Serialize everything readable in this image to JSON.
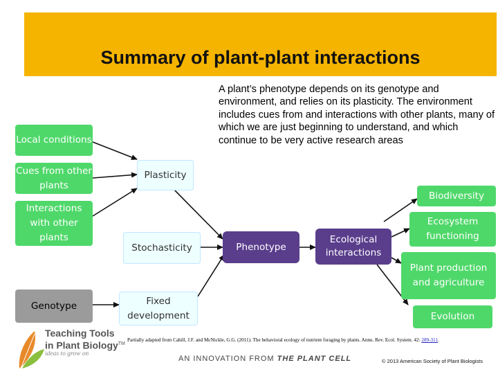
{
  "title": "Summary of plant-plant interactions",
  "description": "A plant’s phenotype depends on its genotype and environment, and relies on its plasticity. The environment includes cues from and interactions with other plants, many of which we are just beginning to understand, and which continue to be very active research areas",
  "nodes": {
    "local_conditions": "Local conditions",
    "cues_from_other_plants": "Cues from other plants",
    "interactions_with_other_plants": "Interactions with other plants",
    "genotype": "Genotype",
    "plasticity": "Plasticity",
    "stochasticity": "Stochasticity",
    "fixed_development": "Fixed development",
    "phenotype": "Phenotype",
    "ecological_interactions": "Ecological interactions",
    "biodiversity": "Biodiversity",
    "ecosystem_functioning": "Ecosystem functioning",
    "plant_production": "Plant production and agriculture",
    "evolution": "Evolution"
  },
  "footer": {
    "citation": "Partially adapted from Cahill, J.F. and McNickle, G.G. (2011). The behavioral ecology of nutrient foraging by plants. Annu. Rev. Ecol. System. 42: ",
    "citation_pages": "289-311",
    "citation_end": ".",
    "brand_line1": "Teaching Tools",
    "brand_line2": "in Plant Biology",
    "brand_tm": "TM",
    "tagline": "ideas to grow on",
    "innovation_prefix": "AN INNOVATION FROM ",
    "innovation_source": "THE PLANT CELL",
    "copyright": "© 2013 American Society of Plant Biologists"
  },
  "colors": {
    "title_bar": "#f5b400",
    "green_box": "#4fd86a",
    "gray_box": "#9b9b9b",
    "cyan_box": "#eeffff",
    "purple_box": "#5a3e8c",
    "arrow": "#111111",
    "logo_orange": "#e8892a",
    "logo_green": "#8bbf3f"
  },
  "icons": [
    "teaching-tools-logo-icon"
  ]
}
